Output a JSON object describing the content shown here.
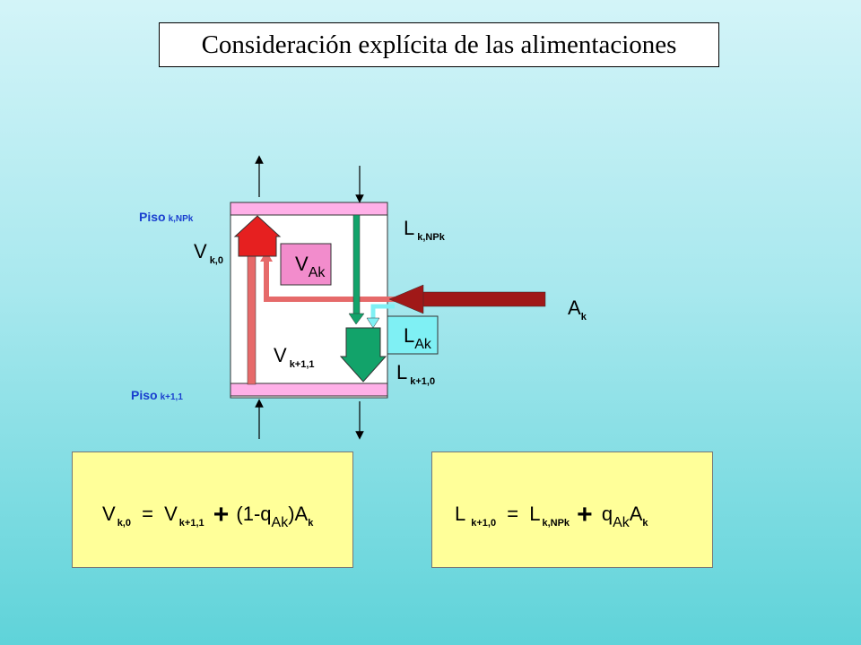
{
  "title": "Consideración explícita de las alimentaciones",
  "labels": {
    "piso_top": "Piso",
    "piso_top_sub": "k,NPk",
    "piso_bottom": "Piso",
    "piso_bottom_sub": "k+1,1",
    "v_k0": "V",
    "v_k0_sub": "k,0",
    "v_ak": "V",
    "v_ak_sub": "Ak",
    "v_k11": "V",
    "v_k11_sub": "k+1,1",
    "l_knp": "L",
    "l_knp_sub": "k,NPk",
    "a_k": "A",
    "a_k_sub": "k",
    "l_ak": "L",
    "l_ak_sub": "Ak",
    "l_k10": "L",
    "l_k10_sub": "k+1,0"
  },
  "equation_left": {
    "lhs": "V",
    "lhs_sub": "k,0",
    "eq": "=",
    "t1": "V",
    "t1_sub": "k+1,1",
    "plus": "+",
    "t2": "(1-q",
    "t2_sub": "Ak",
    "t2_close": ")A",
    "t2_end_sub": "k"
  },
  "equation_right": {
    "lhs": "L",
    "lhs_sub": "k+1,0",
    "eq": "=",
    "t1": "L",
    "t1_sub": "k,NPk",
    "plus": "+",
    "t2": "q",
    "t2_sub": "Ak",
    "t2_close": "A",
    "t2_end_sub": "k"
  },
  "colors": {
    "vapor_arrow": "#e62020",
    "vapor_line": "#e66a6a",
    "liquid_arrow": "#12a36a",
    "feed_arrow": "#a01818",
    "plate": "#ffb0e8",
    "v_ak_box": "#f28ccc",
    "l_ak_box": "#7ff0f4",
    "eq_box": "#ffff99"
  }
}
